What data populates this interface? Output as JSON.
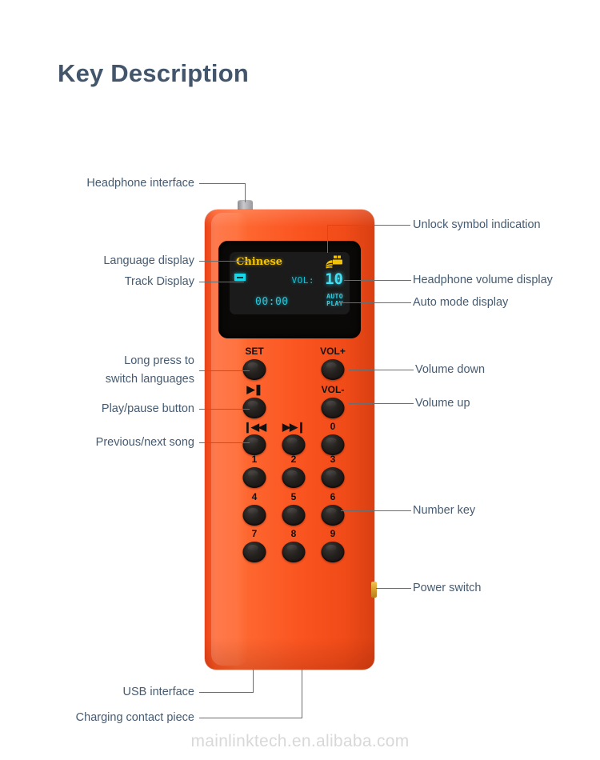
{
  "page": {
    "title": "Key Description",
    "watermark": "mainlinktech.en.alibaba.com",
    "accent_color": "#f4511e",
    "title_color": "#43556b",
    "label_color": "#455b72",
    "leader_color": "#6d6d6d"
  },
  "screen": {
    "language": "Chinese",
    "volume_label": "VOL:",
    "volume_value": "10",
    "time": "00:00",
    "auto_line1": "AUTO",
    "auto_line2": "PLAY",
    "unlock_icon": "unlock-padlock-icon",
    "track_icon": "track-indicator-icon",
    "lcd_yellow": "#f2c200",
    "lcd_cyan": "#3fe0f5"
  },
  "keys": {
    "set": "SET",
    "volume_plus": "VOL+",
    "volume_minus": "VOL-",
    "play_pause": "▶❚",
    "previous": "❙◀◀",
    "next": "▶▶❙",
    "zero": "0",
    "numbers": [
      "1",
      "2",
      "3",
      "4",
      "5",
      "6",
      "7",
      "8",
      "9"
    ]
  },
  "annotations": {
    "headphone_interface": "Headphone interface",
    "language_display": "Language display",
    "track_display": "Track Display",
    "long_press_line1": "Long press to",
    "long_press_line2": "switch languages",
    "play_pause_button": "Play/pause button",
    "previous_next_song": "Previous/next song",
    "unlock_symbol": "Unlock symbol indication",
    "headphone_volume": "Headphone volume display",
    "auto_mode": "Auto mode display",
    "volume_down": "Volume down",
    "volume_up": "Volume up",
    "number_key": "Number key",
    "power_switch": "Power switch",
    "usb_interface": "USB interface",
    "charging_contact": "Charging contact piece"
  }
}
